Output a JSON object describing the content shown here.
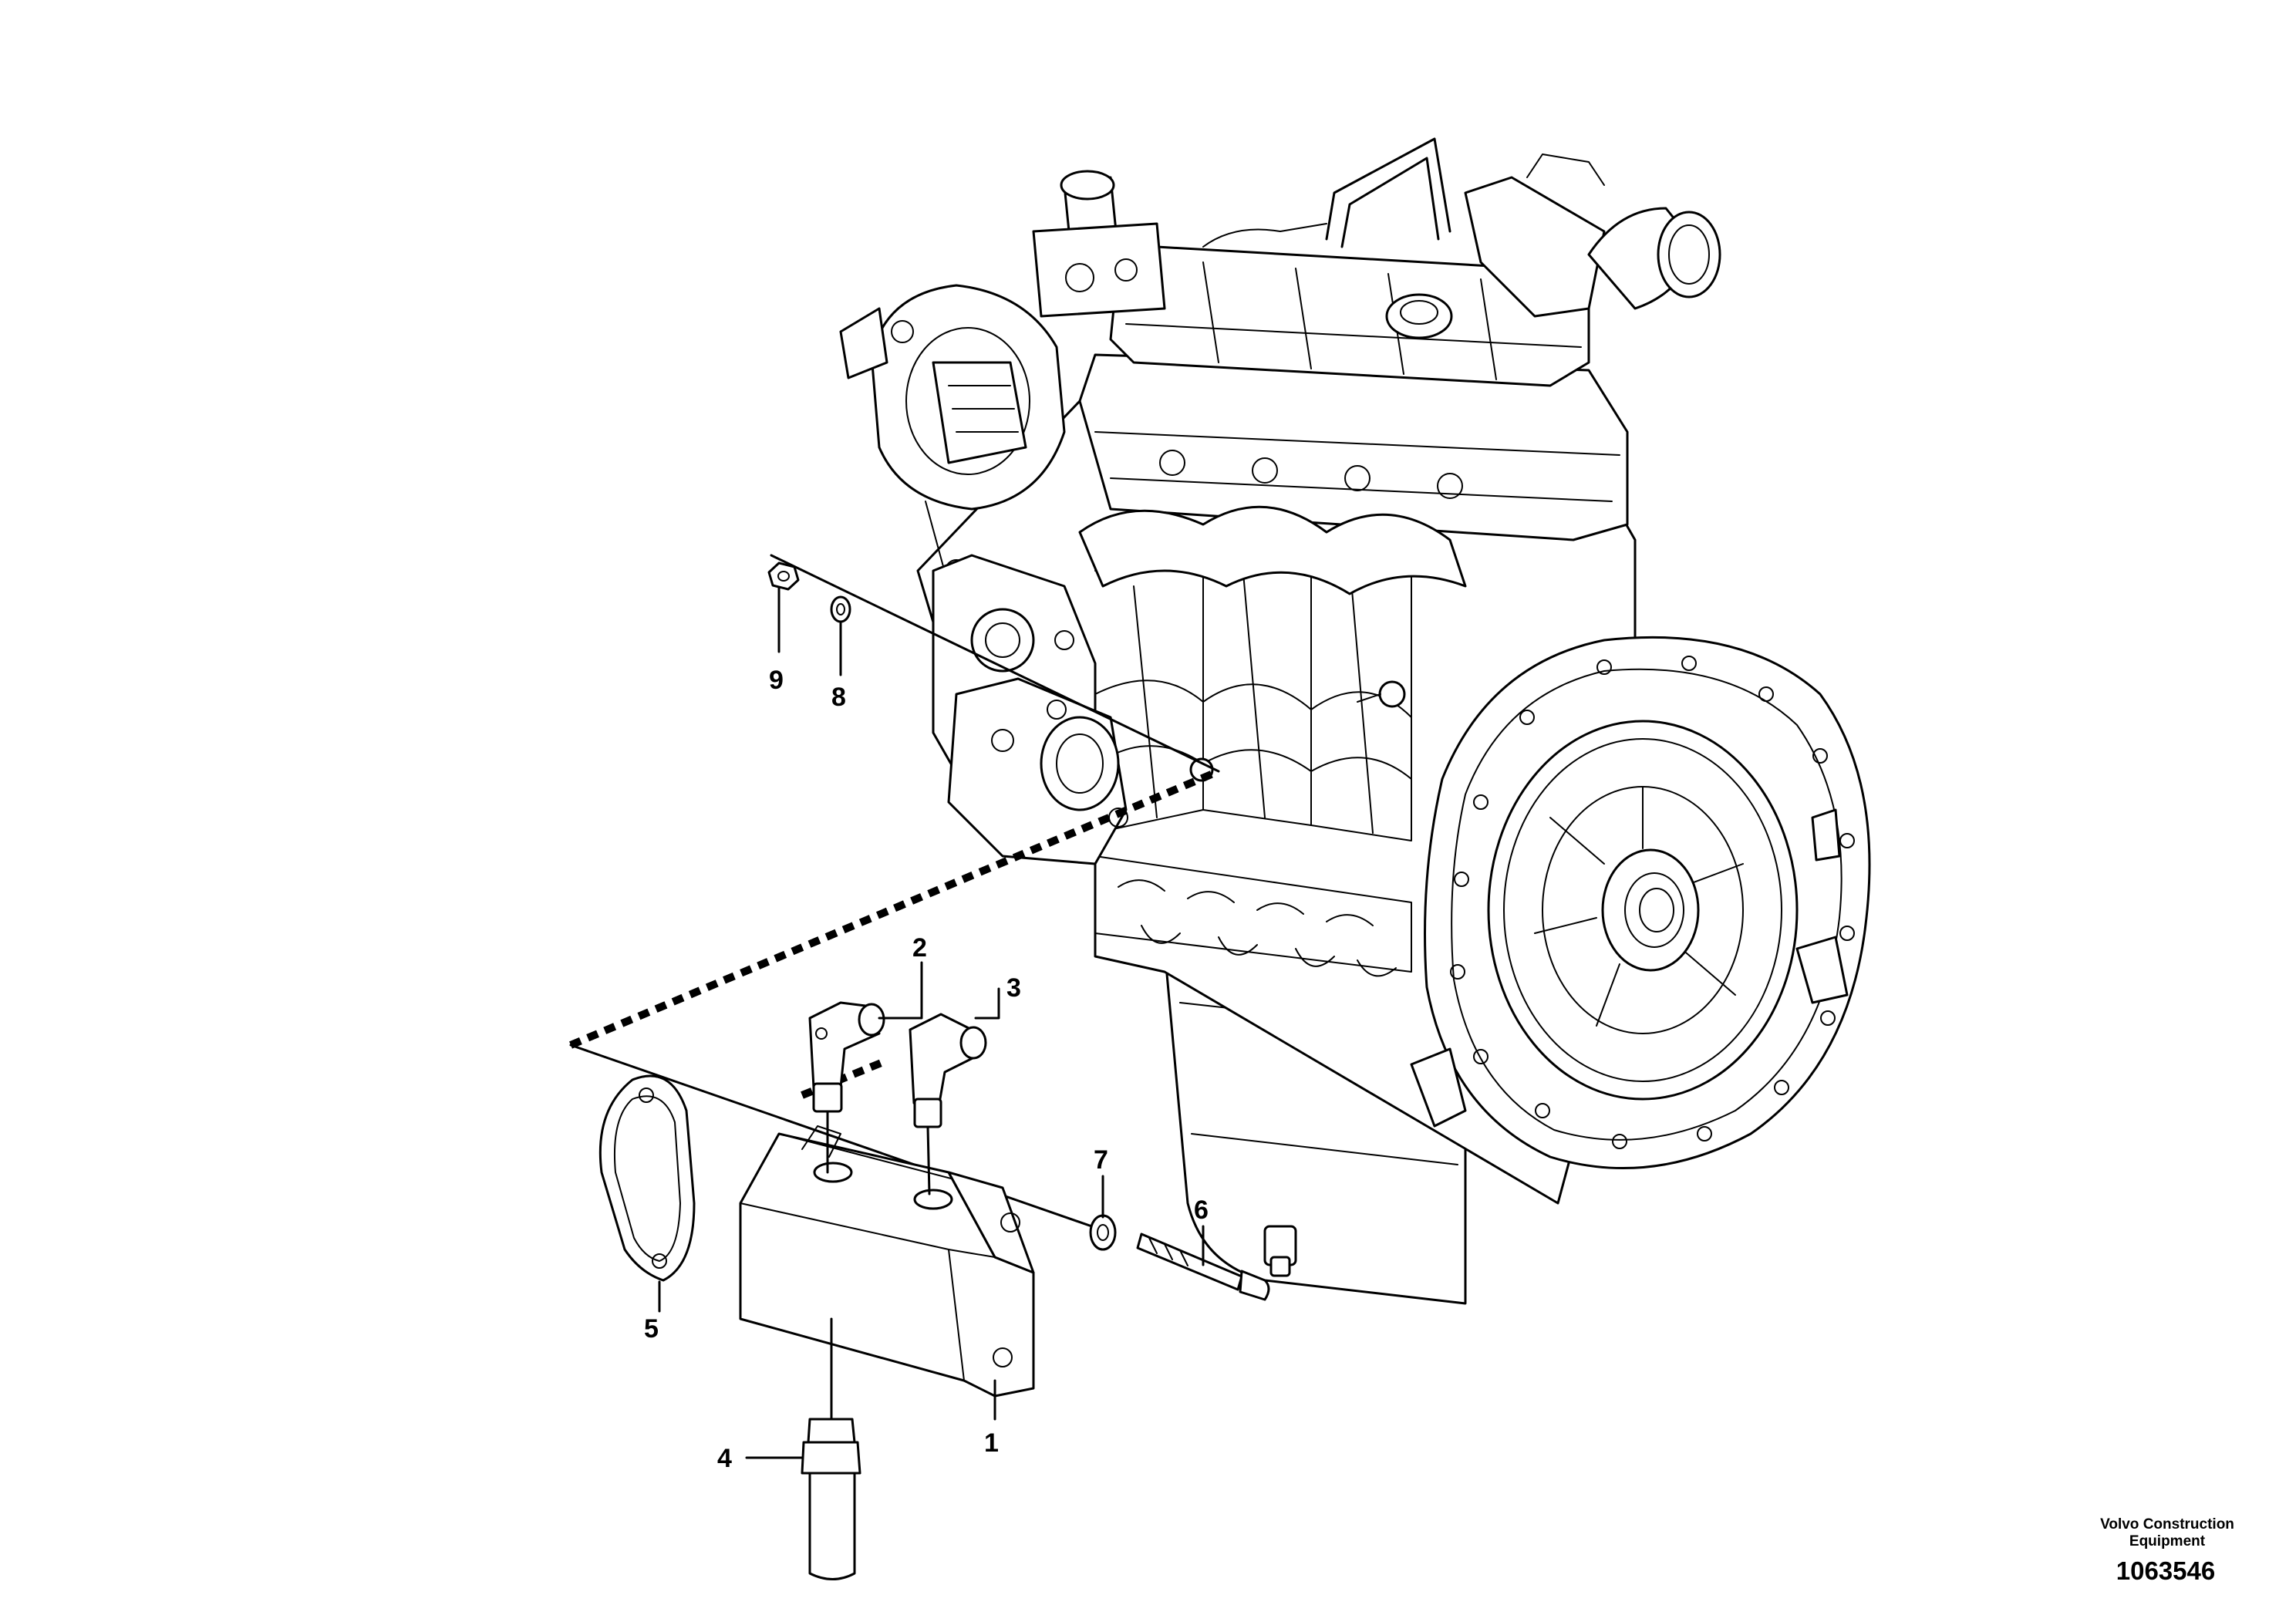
{
  "callouts": {
    "c1": "1",
    "c2": "2",
    "c3": "3",
    "c4": "4",
    "c5": "5",
    "c6": "6",
    "c7": "7",
    "c8": "8",
    "c9": "9"
  },
  "footer": {
    "company_line1": "Volvo Construction",
    "company_line2": "Equipment",
    "drawing_number": "1063546"
  }
}
